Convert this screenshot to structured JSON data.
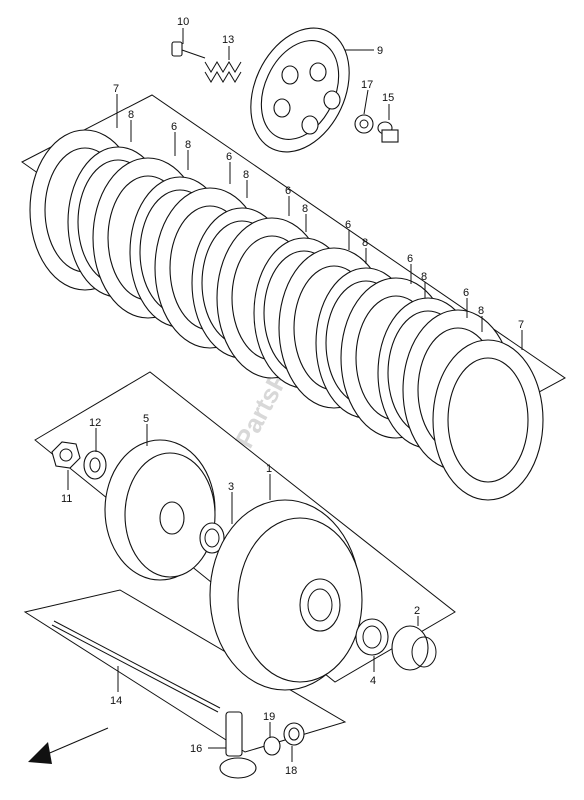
{
  "callouts": {
    "c1": "1",
    "c2": "2",
    "c3": "3",
    "c4": "4",
    "c5": "5",
    "c6a": "6",
    "c6b": "6",
    "c6c": "6",
    "c6d": "6",
    "c6e": "6",
    "c6f": "6",
    "c7a": "7",
    "c7b": "7",
    "c8a": "8",
    "c8b": "8",
    "c8c": "8",
    "c8d": "8",
    "c8e": "8",
    "c8f": "8",
    "c8g": "8",
    "c9": "9",
    "c10": "10",
    "c11": "11",
    "c12": "12",
    "c13": "13",
    "c14": "14",
    "c15": "15",
    "c16": "16",
    "c17": "17",
    "c18": "18",
    "c19": "19"
  },
  "watermark": "PartsRepublik"
}
